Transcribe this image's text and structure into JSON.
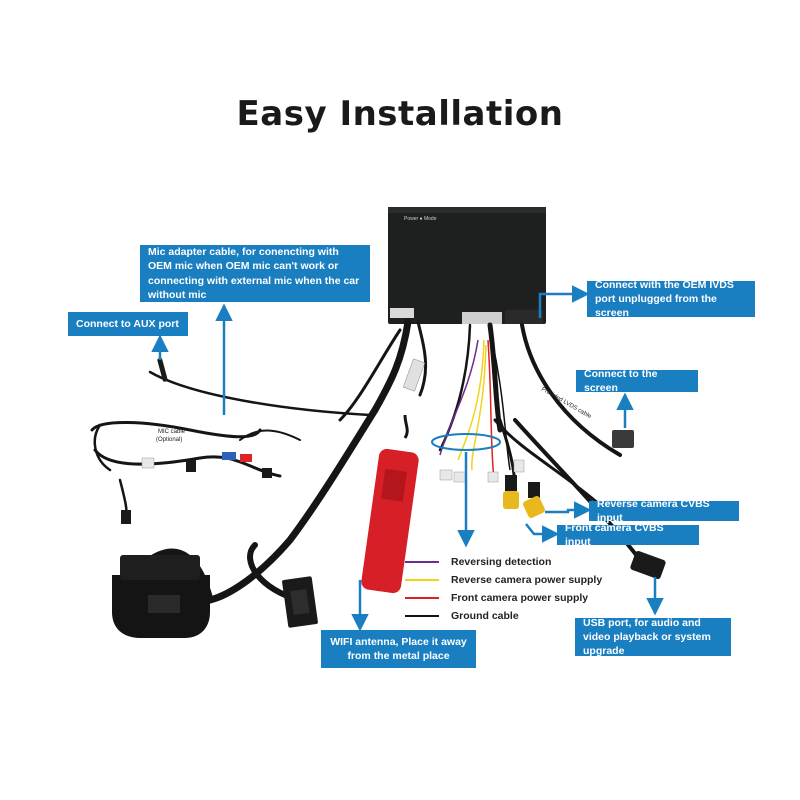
{
  "title": "Easy Installation",
  "callouts": {
    "mic": "Mic adapter cable, for conencting with OEM mic when OEM mic can't work or connecting with external mic when the car without mic",
    "aux": "Connect to AUX port",
    "lvds_oem": "Connect with the OEM IVDS port unplugged from the screen",
    "screen": "Connect to the screen",
    "reverse_cvbs": "Reverse camera CVBS input",
    "front_cvbs": "Front camera CVBS input",
    "usb": "USB port, for audio and video playback or system upgrade",
    "wifi": "WIFI antenna, Place it away from the metal place"
  },
  "labels": {
    "mic_cable": "MIC cable",
    "optional": "(Optional)",
    "lvds_cable": "Provided LVDS cable"
  },
  "legend": [
    {
      "label": "Reversing detection",
      "color": "#6a2d8f"
    },
    {
      "label": "Reverse camera power supply",
      "color": "#f2d21b"
    },
    {
      "label": "Front camera power supply",
      "color": "#e02020"
    },
    {
      "label": "Ground cable",
      "color": "#111111"
    }
  ],
  "colors": {
    "accent": "#1a7fc1",
    "cable": "#151515",
    "antenna": "#d61f26",
    "rca": "#e8b91c"
  }
}
